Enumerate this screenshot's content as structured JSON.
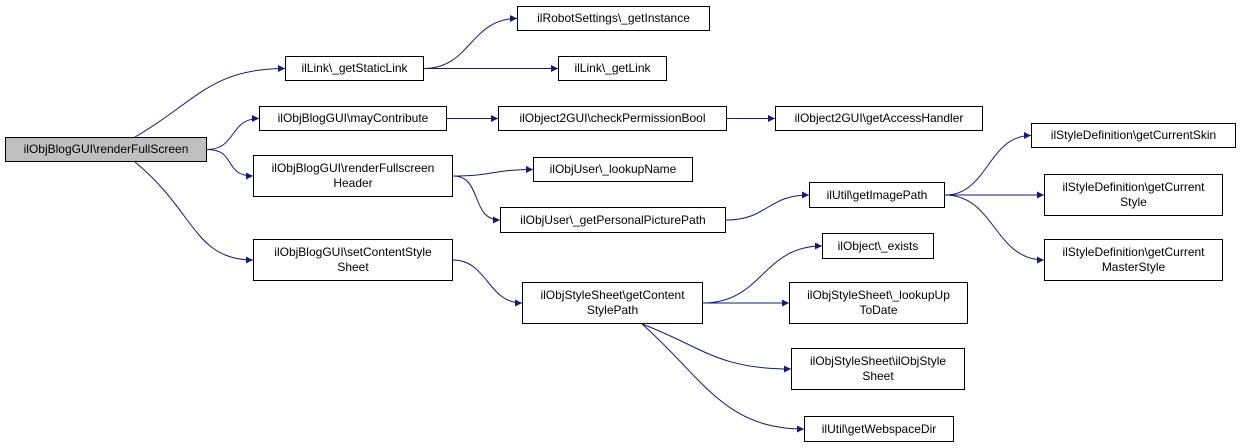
{
  "colors": {
    "edge": "#191970",
    "root_fill": "#bfbfbf",
    "node_fill": "#ffffff",
    "border": "#000000"
  },
  "nodes": {
    "root": "ilObjBlogGUI\\renderFullScreen",
    "getStaticLink": "ilLink\\_getStaticLink",
    "robotSettings": "ilRobotSettings\\_getInstance",
    "getLink": "ilLink\\_getLink",
    "mayContribute": "ilObjBlogGUI\\mayContribute",
    "checkPermissionBool": "ilObject2GUI\\checkPermissionBool",
    "getAccessHandler": "ilObject2GUI\\getAccessHandler",
    "renderFullscreenHeader": "ilObjBlogGUI\\renderFullscreen\nHeader",
    "lookupName": "ilObjUser\\_lookupName",
    "getPersonalPicturePath": "ilObjUser\\_getPersonalPicturePath",
    "getImagePath": "ilUtil\\getImagePath",
    "getCurrentSkin": "ilStyleDefinition\\getCurrentSkin",
    "getCurrentStyle": "ilStyleDefinition\\getCurrent\nStyle",
    "getCurrentMasterStyle": "ilStyleDefinition\\getCurrent\nMasterStyle",
    "setContentStyleSheet": "ilObjBlogGUI\\setContentStyle\nSheet",
    "getContentStylePath": "ilObjStyleSheet\\getContent\nStylePath",
    "objectExists": "ilObject\\_exists",
    "lookupUpToDate": "ilObjStyleSheet\\_lookupUp\nToDate",
    "ilObjStyleSheet": "ilObjStyleSheet\\ilObjStyle\nSheet",
    "getWebspaceDir": "ilUtil\\getWebspaceDir"
  },
  "edges": [
    [
      "root",
      "getStaticLink"
    ],
    [
      "root",
      "mayContribute"
    ],
    [
      "root",
      "renderFullscreenHeader"
    ],
    [
      "root",
      "setContentStyleSheet"
    ],
    [
      "getStaticLink",
      "robotSettings"
    ],
    [
      "getStaticLink",
      "getLink"
    ],
    [
      "mayContribute",
      "checkPermissionBool"
    ],
    [
      "checkPermissionBool",
      "getAccessHandler"
    ],
    [
      "renderFullscreenHeader",
      "lookupName"
    ],
    [
      "renderFullscreenHeader",
      "getPersonalPicturePath"
    ],
    [
      "getPersonalPicturePath",
      "getImagePath"
    ],
    [
      "getImagePath",
      "getCurrentSkin"
    ],
    [
      "getImagePath",
      "getCurrentStyle"
    ],
    [
      "getImagePath",
      "getCurrentMasterStyle"
    ],
    [
      "setContentStyleSheet",
      "getContentStylePath"
    ],
    [
      "getContentStylePath",
      "objectExists"
    ],
    [
      "getContentStylePath",
      "lookupUpToDate"
    ],
    [
      "getContentStylePath",
      "ilObjStyleSheet"
    ],
    [
      "getContentStylePath",
      "getWebspaceDir"
    ]
  ]
}
